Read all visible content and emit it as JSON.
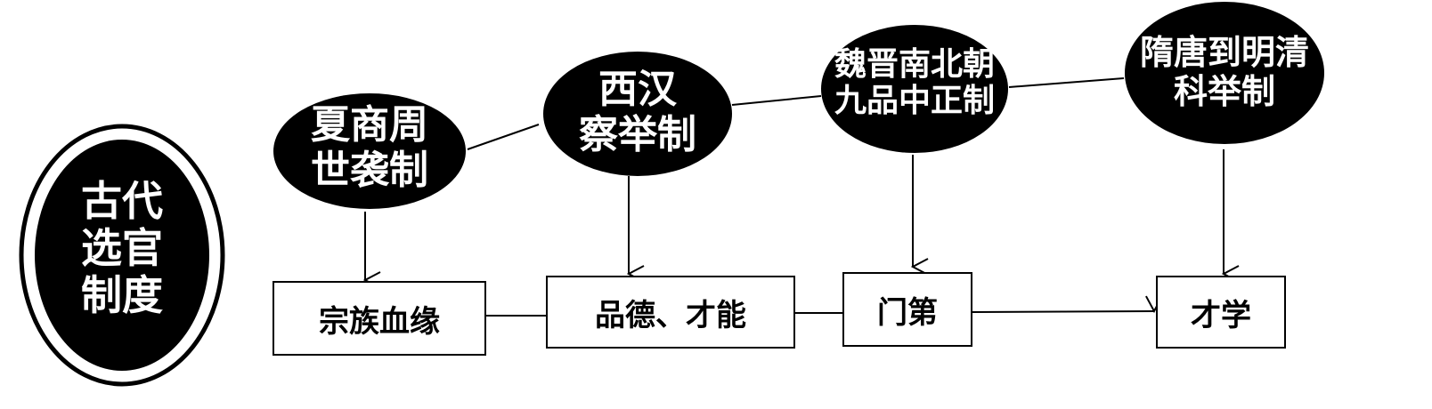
{
  "title": "古代\n选官\n制度",
  "periods": [
    {
      "name": "夏商周\n世袭制"
    },
    {
      "name": "西汉\n察举制"
    },
    {
      "name": "魏晋南北朝\n九品中正制"
    },
    {
      "name": "隋唐到明清\n科举制"
    }
  ],
  "criteria": [
    {
      "name": "宗族血缘"
    },
    {
      "name": "品德、才能"
    },
    {
      "name": "门第"
    },
    {
      "name": "才学"
    }
  ],
  "colors": {
    "ink": "#000000",
    "paper": "#ffffff"
  }
}
